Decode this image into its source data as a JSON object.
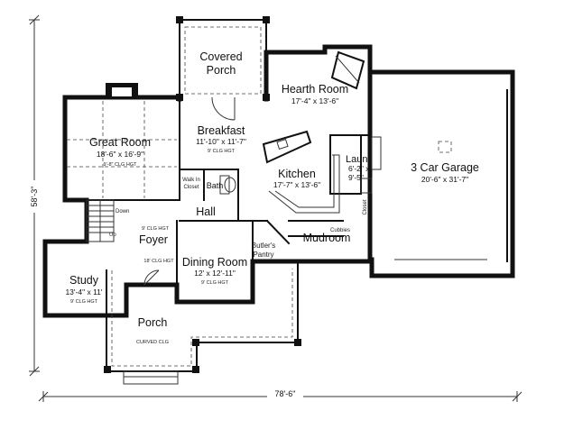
{
  "rooms": {
    "covered_porch": {
      "name": "Covered\nPorch"
    },
    "hearth_room": {
      "name": "Hearth Room",
      "dims": "17'-4\" x 13'-6\""
    },
    "breakfast": {
      "name": "Breakfast",
      "dims": "11'-10\" x 11'-7\"",
      "ceiling": "9' CLG HGT"
    },
    "great_room": {
      "name": "Great Room",
      "dims": "18'-6\" x 16'-9\"",
      "ceiling": "9'-8\" CLG HGT"
    },
    "kitchen": {
      "name": "Kitchen",
      "dims": "17'-7\" x 13'-6\""
    },
    "laundry": {
      "name": "Laun",
      "dims": "6'-2\" x\n9'-5\""
    },
    "garage": {
      "name": "3 Car Garage",
      "dims": "20'-6\" x 31'-7\""
    },
    "walk_in_closet": {
      "name": "Walk In\nCloset"
    },
    "bath": {
      "name": "Bath"
    },
    "hall": {
      "name": "Hall"
    },
    "foyer": {
      "name": "Foyer",
      "ceiling": "9' CLG HGT",
      "ceiling2": "18' CLG HGT"
    },
    "dining_room": {
      "name": "Dining Room",
      "dims": "12' x 12'-11\"",
      "ceiling": "9' CLG HGT"
    },
    "butlers_pantry": {
      "name": "Butler's\nPantry"
    },
    "mudroom": {
      "name": "Mudroom"
    },
    "cubbies": {
      "name": "Cubbies"
    },
    "closet": {
      "name": "Closet"
    },
    "study": {
      "name": "Study",
      "dims": "13'-4\" x 11'",
      "ceiling": "9' CLG HGT"
    },
    "porch": {
      "name": "Porch",
      "ceiling": "CURVED CLG"
    }
  },
  "stairs": {
    "down": "Down",
    "up": "Up"
  },
  "overall": {
    "width": "78'-6\"",
    "depth": "58'-3\""
  }
}
